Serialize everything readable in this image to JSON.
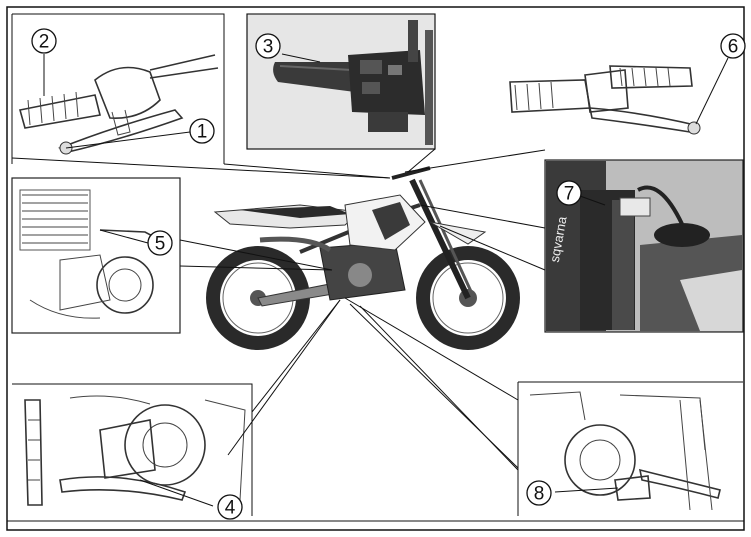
{
  "callouts": [
    {
      "id": "1",
      "label": "1"
    },
    {
      "id": "2",
      "label": "2"
    },
    {
      "id": "3",
      "label": "3"
    },
    {
      "id": "4",
      "label": "4"
    },
    {
      "id": "5",
      "label": "5"
    },
    {
      "id": "6",
      "label": "6"
    },
    {
      "id": "7",
      "label": "7"
    },
    {
      "id": "8",
      "label": "8"
    }
  ],
  "tank_photo_text": "sqvarna",
  "colors": {
    "line": "#111111",
    "photo_dark": "#2a2a2a",
    "photo_mid": "#8a8a8a",
    "paper": "#ffffff"
  }
}
